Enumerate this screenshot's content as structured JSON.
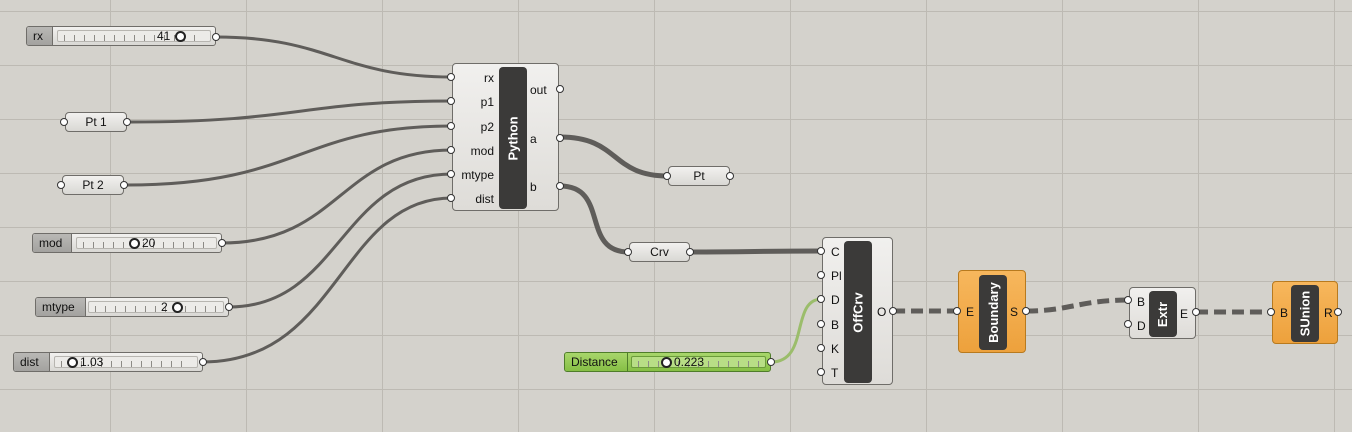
{
  "sliders": {
    "rx": {
      "label": "rx",
      "value": "41"
    },
    "mod": {
      "label": "mod",
      "value": "20"
    },
    "mtype": {
      "label": "mtype",
      "value": "2"
    },
    "dist": {
      "label": "dist",
      "value": "1.03"
    },
    "distance": {
      "label": "Distance",
      "value": "0.223"
    }
  },
  "params": {
    "pt1": "Pt 1",
    "pt2": "Pt 2",
    "pt": "Pt",
    "crv": "Crv"
  },
  "python": {
    "title": "Python",
    "inputs": [
      "rx",
      "p1",
      "p2",
      "mod",
      "mtype",
      "dist"
    ],
    "outputs": [
      "out",
      "a",
      "b"
    ]
  },
  "offcrv": {
    "title": "OffCrv",
    "inputs": [
      "C",
      "Pl",
      "D",
      "B",
      "K",
      "T"
    ],
    "outputs": [
      "O"
    ]
  },
  "boundary": {
    "title": "Boundary",
    "inputs": [
      "E"
    ],
    "outputs": [
      "S"
    ]
  },
  "extr": {
    "title": "Extr",
    "inputs": [
      "B",
      "D"
    ],
    "outputs": [
      "E"
    ]
  },
  "sunion": {
    "title": "SUnion",
    "inputs": [
      "B"
    ],
    "outputs": [
      "R"
    ]
  },
  "colors": {
    "canvas": "#d4d2cc",
    "wire": "#5f5d5a",
    "orange": "#f0a640",
    "green": "#8cc34e",
    "dark": "#3b3a39"
  }
}
